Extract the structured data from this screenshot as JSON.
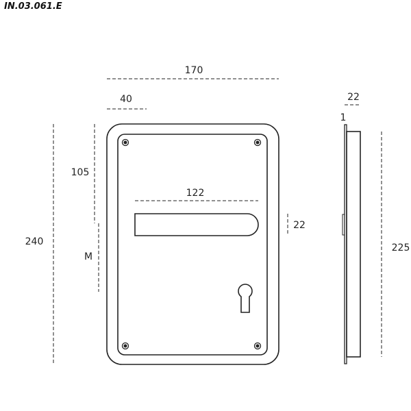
{
  "product_code": "IN.03.061.E",
  "dimensions": {
    "plate_width": "170",
    "handle_offset": "40",
    "height_outer": "240",
    "handle_height_pos": "105",
    "spacing_m": "M",
    "handle_length": "122",
    "handle_thickness": "22",
    "side_depth": "22",
    "side_lip": "1",
    "side_height": "225"
  }
}
